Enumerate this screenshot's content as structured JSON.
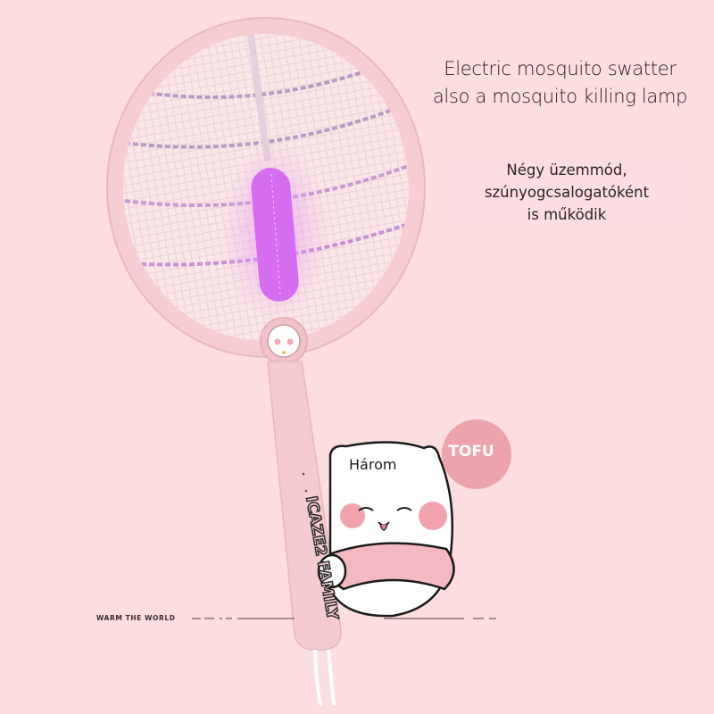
{
  "headline": {
    "line1": "Electric mosquito swatter",
    "line2": "also a mosquito killing lamp"
  },
  "subtext": {
    "line1": "Négy üzemmód,",
    "line2": "szúnyogcsalogatóként",
    "line3": "is működik"
  },
  "badge": {
    "label": "TOFU",
    "color": "#eda3ac"
  },
  "mascot": {
    "label": "Három"
  },
  "handle": {
    "brand_text": "ICAZE2 FAMILY"
  },
  "footer": {
    "tagline": "WARM THE WORLD"
  },
  "colors": {
    "background": "#fcdde0",
    "racket_frame": "#f3c6cc",
    "uv_lamp": "#d66cf0",
    "text": "#231a1c"
  }
}
